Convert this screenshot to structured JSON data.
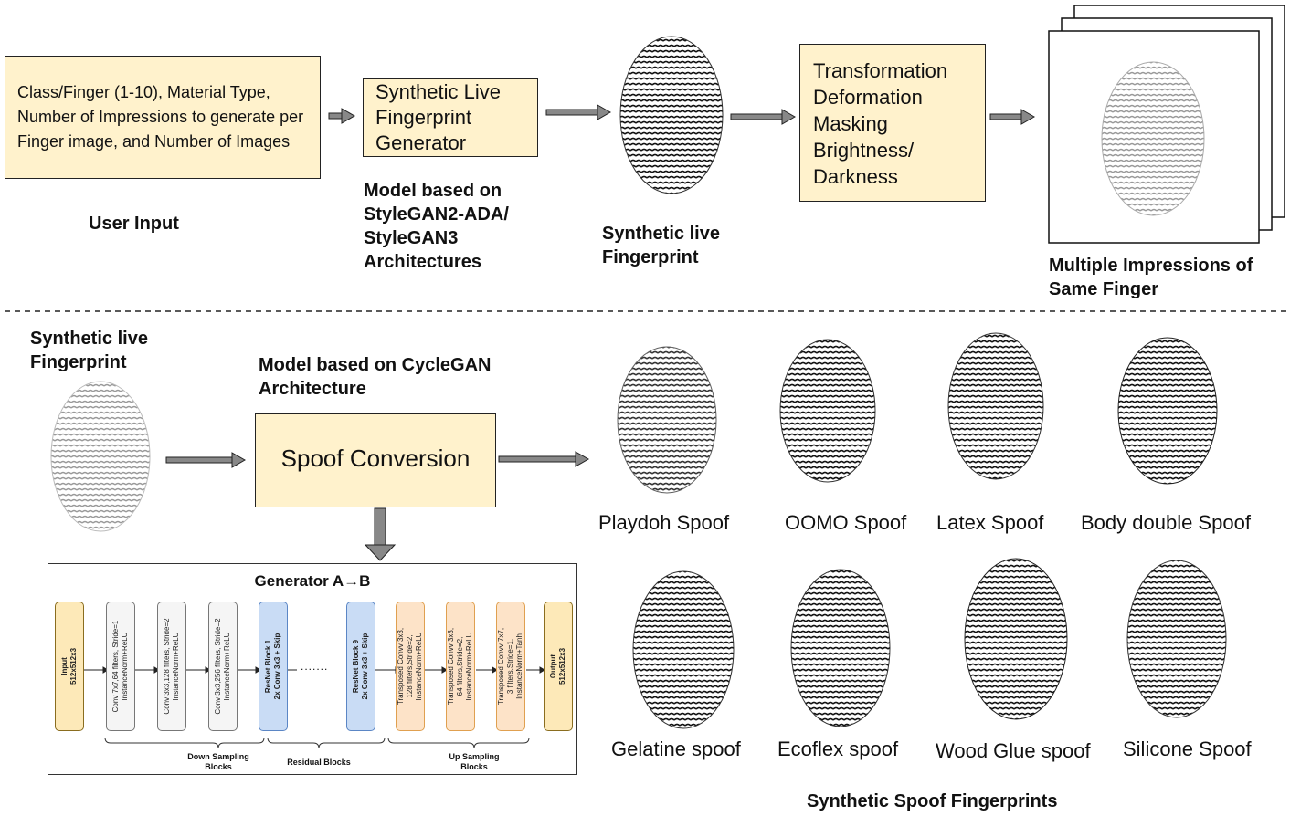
{
  "top": {
    "user_input_text": "Class/Finger (1-10), Material Type, Number of Impressions to generate per Finger image, and Number of Images",
    "user_input_label": "User Input",
    "generator_box": "Synthetic Live Fingerprint Generator",
    "generator_caption": "Model based on StyleGAN2-ADA/ StyleGAN3 Architectures",
    "live_caption": "Synthetic live Fingerprint",
    "transform_lines": [
      "Transformation",
      "Deformation",
      "Masking",
      "Brightness/",
      "Darkness"
    ],
    "impressions_caption": "Multiple Impressions of Same Finger"
  },
  "bottom": {
    "live_caption": "Synthetic live Fingerprint",
    "cyclegan_caption": "Model based on CycleGAN Architecture",
    "spoof_box": "Spoof Conversion",
    "spoofs_row1": [
      "Playdoh Spoof",
      "OOMO Spoof",
      "Latex Spoof",
      "Body double Spoof"
    ],
    "spoofs_row2": [
      "Gelatine spoof",
      "Ecoflex spoof",
      "Wood Glue spoof",
      "Silicone Spoof"
    ],
    "spoofs_title": "Synthetic Spoof Fingerprints"
  },
  "generator": {
    "title": "Generator A→B",
    "blocks": [
      {
        "text": "Input\n512x512x3",
        "kind": "io"
      },
      {
        "text": "Conv 7x7,64 filters, Stride=1\nInstanceNorm+ReLU",
        "kind": "down"
      },
      {
        "text": "Conv 3x3,128 filters, Stride=2\nInstanceNorm+ReLU",
        "kind": "down"
      },
      {
        "text": "Conv 3x3,256 filters, Stride=2\nInstanceNorm+ReLU",
        "kind": "down"
      },
      {
        "text": "ResNet Block 1\n2x Conv 3x3 + Skip",
        "kind": "res"
      },
      {
        "text": "ResNet Block 9\n2x Conv 3x3 + Skip",
        "kind": "res"
      },
      {
        "text": "Transposed Convv 3x3,\n128 filters,Stride=2,\nInstanceNorm+ReLU",
        "kind": "up"
      },
      {
        "text": "Transposed Convv 3x3,\n64 filters,Stride=2,\nInstanceNorm+ReLU",
        "kind": "up"
      },
      {
        "text": "Transposed Convv 7x7,\n3 filters,Stride=1,\nInstanceNorm+Tanh",
        "kind": "up"
      },
      {
        "text": "Output\n512x512x3",
        "kind": "io"
      }
    ],
    "ellipsis": ".......",
    "groups": [
      "Down Sampling\nBlocks",
      "Residual Blocks",
      "Up Sampling\nBlocks"
    ]
  },
  "colors": {
    "box_fill": "#fff2cc",
    "io_fill": "#fde9b8",
    "io_border": "#8a6d1f",
    "down_fill": "#f5f5f5",
    "res_fill": "#c9dcf5",
    "res_border": "#5b86c5",
    "up_fill": "#fde3c8",
    "up_border": "#e0a050"
  }
}
